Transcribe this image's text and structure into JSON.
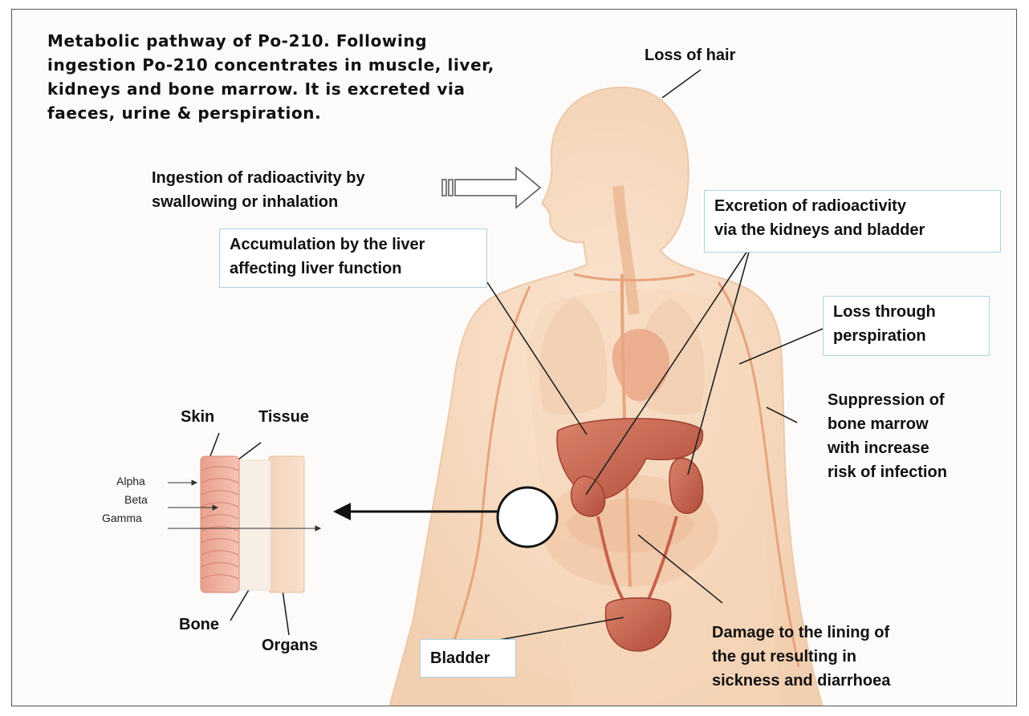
{
  "title_lines": [
    "Metabolic pathway of Po-210. Following",
    "ingestion Po-210 concentrates in muscle, liver,",
    "kidneys and bone marrow. It is excreted via",
    "faeces, urine & perspiration."
  ],
  "labels": {
    "loss_of_hair": "Loss of hair",
    "ingestion": [
      "Ingestion of radioactivity by",
      "swallowing or inhalation"
    ],
    "excretion": [
      "Excretion of radioactivity",
      "via the kidneys and bladder"
    ],
    "liver": [
      "Accumulation by the liver",
      "affecting liver function"
    ],
    "perspiration": [
      "Loss through",
      "perspiration"
    ],
    "bone_marrow": [
      "Suppression of",
      "bone marrow",
      "with increase",
      "risk of infection"
    ],
    "damage": [
      "Damage to the lining of",
      "the gut resulting in",
      "sickness and diarrhoea"
    ],
    "bladder": "Bladder"
  },
  "inset": {
    "skin": "Skin",
    "tissue": "Tissue",
    "bone": "Bone",
    "organs": "Organs",
    "alpha": "Alpha",
    "beta": "Beta",
    "gamma": "Gamma"
  },
  "colors": {
    "body_fill": "#f7dcc3",
    "body_stroke": "#e9c4a2",
    "organ": "#c8614c",
    "vessel": "#e7a47d",
    "box_border": "#a9d3e3"
  }
}
